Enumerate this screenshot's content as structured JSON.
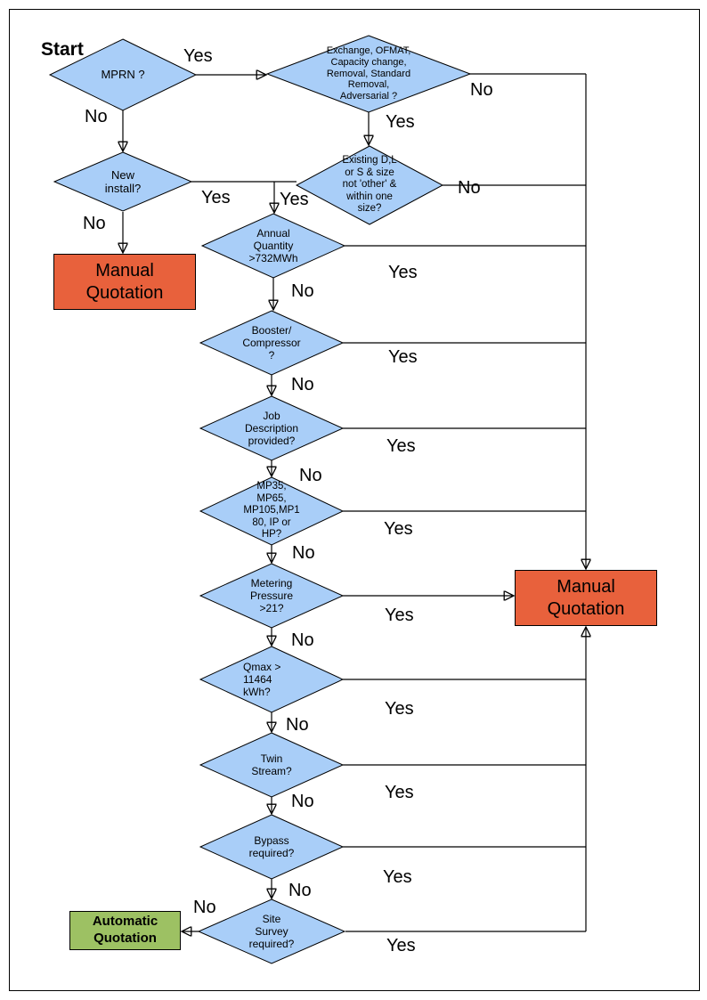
{
  "start_label": "Start",
  "edge_labels": {
    "yes": "Yes",
    "no": "No"
  },
  "colors": {
    "diamond_fill": "#A9CEF8",
    "manual_box_fill": "#E8613C",
    "automatic_box_fill": "#9DC163",
    "line": "#000000"
  },
  "nodes": {
    "mprn": {
      "label": "MPRN ?"
    },
    "exchange": {
      "label": "Exchange, OFMAT,\nCapacity change,\nRemoval, Standard\nRemoval,\nAdversarial ?"
    },
    "new_install": {
      "label": "New\ninstall?"
    },
    "existing": {
      "label": "Existing D,L\nor S & size\nnot 'other' &\nwithin one\nsize?"
    },
    "annual_quantity": {
      "label": "Annual\nQuantity\n>732MWh"
    },
    "booster": {
      "label": "Booster/\nCompressor\n?"
    },
    "job_description": {
      "label": "Job\nDescription\nprovided?"
    },
    "pressure_tier": {
      "label": "MP35,\nMP65,\nMP105,MP1\n80, IP or\nHP?"
    },
    "metering_pressure": {
      "label": "Metering\nPressure\n>21?"
    },
    "qmax": {
      "label": "Qmax >\n11464\nkWh?"
    },
    "twin_stream": {
      "label": "Twin\nStream?"
    },
    "bypass": {
      "label": "Bypass\nrequired?"
    },
    "site_survey": {
      "label": "Site\nSurvey\nrequired?"
    },
    "manual_quotation_left": {
      "label": "Manual\nQuotation"
    },
    "manual_quotation_right": {
      "label": "Manual\nQuotation"
    },
    "automatic_quotation": {
      "label": "Automatic\nQuotation"
    }
  }
}
